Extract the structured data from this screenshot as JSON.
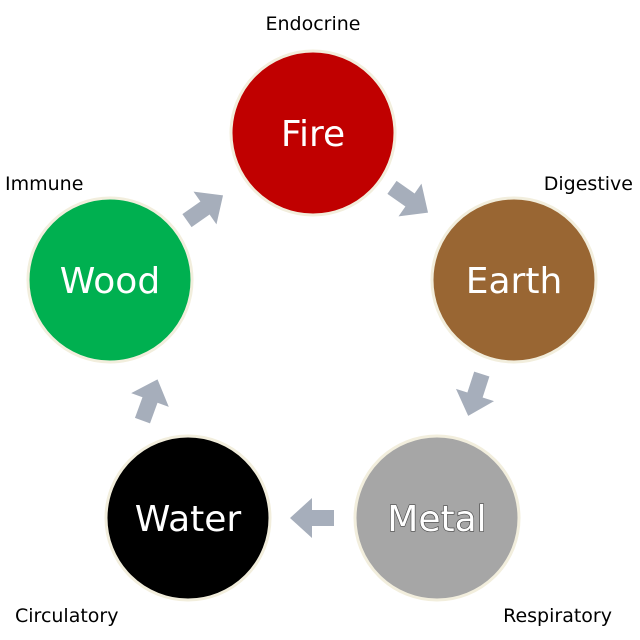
{
  "diagram": {
    "elements": [
      {
        "key": "fire",
        "name": "Fire",
        "system": "Endocrine",
        "color": "#c00000"
      },
      {
        "key": "earth",
        "name": "Earth",
        "system": "Digestive",
        "color": "#996633"
      },
      {
        "key": "metal",
        "name": "Metal",
        "system": "Respiratory",
        "color": "#a6a6a6"
      },
      {
        "key": "water",
        "name": "Water",
        "system": "Circulatory",
        "color": "#000000"
      },
      {
        "key": "wood",
        "name": "Wood",
        "system": "Immune",
        "color": "#00b050"
      }
    ],
    "arrow_color": "#a6aebb",
    "circle_border_color": "#f2eedd"
  }
}
